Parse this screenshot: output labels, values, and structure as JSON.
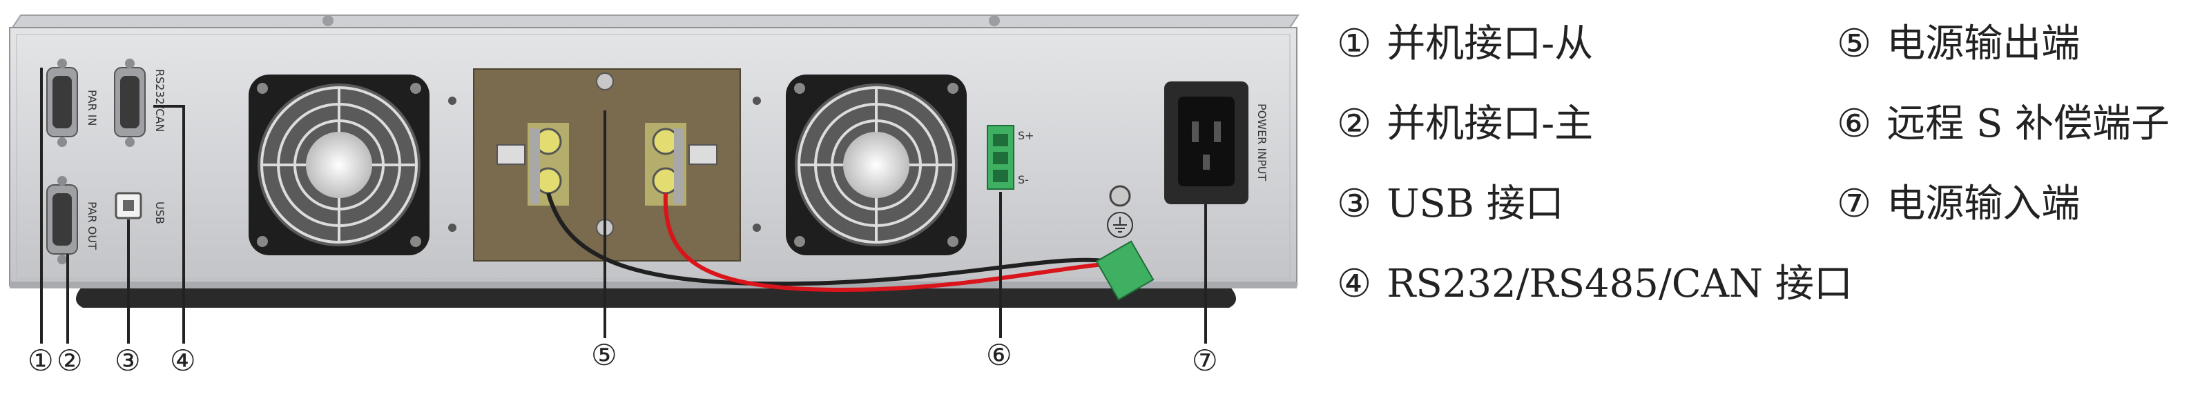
{
  "panel": {
    "port_labels": {
      "par_in": "PAR IN",
      "par_out": "PAR OUT",
      "usb": "USB",
      "rs232": "RS232/CAN",
      "sense_plus": "S+",
      "sense_minus": "S-",
      "power_input": "POWER INPUT"
    }
  },
  "callouts": [
    "①",
    "②",
    "③",
    "④",
    "⑤",
    "⑥",
    "⑦"
  ],
  "legend": [
    {
      "num": "①",
      "label": "并机接口-从"
    },
    {
      "num": "②",
      "label": "并机接口-主"
    },
    {
      "num": "③",
      "label": "USB 接口"
    },
    {
      "num": "④",
      "label": "RS232/RS485/CAN 接口"
    },
    {
      "num": "⑤",
      "label": "电源输出端"
    },
    {
      "num": "⑥",
      "label": "远程 S 补偿端子"
    },
    {
      "num": "⑦",
      "label": "电源输入端"
    }
  ],
  "colors": {
    "chassis": "#d7d8da",
    "fan_frame": "#1e1e1e",
    "terminal_board": "#7a6a4e",
    "sense_connector": "#3faf62",
    "red_wire": "#d9141b",
    "black_wire": "#202020"
  }
}
